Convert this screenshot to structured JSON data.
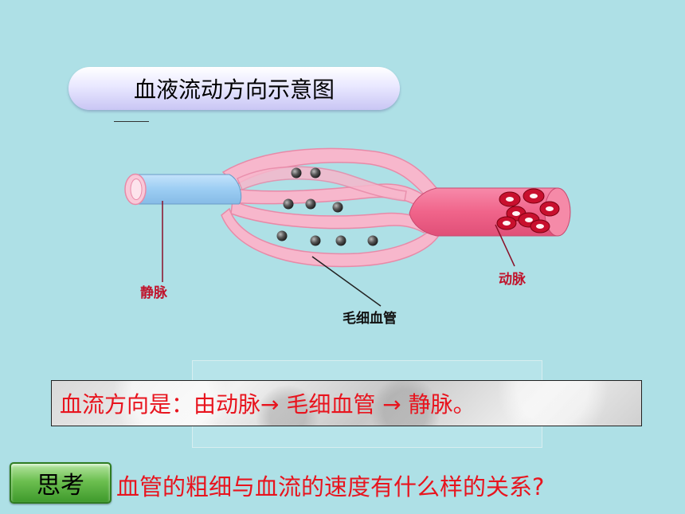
{
  "title": "血液流动方向示意图",
  "labels": {
    "vein": "静脉",
    "artery": "动脉",
    "capillary": "毛细血管"
  },
  "flow_text": "血流方向是：由动脉→ 毛细血管 → 静脉。",
  "think_label": "思考",
  "question": "血管的粗细与血流的速度有什么样的关系?",
  "colors": {
    "background": "#aee0e6",
    "vein": "#9ccdf3",
    "artery": "#f0648a",
    "capillary": "#f7b7cc",
    "red_text": "#e8141e",
    "think_green": "#5cb343"
  }
}
